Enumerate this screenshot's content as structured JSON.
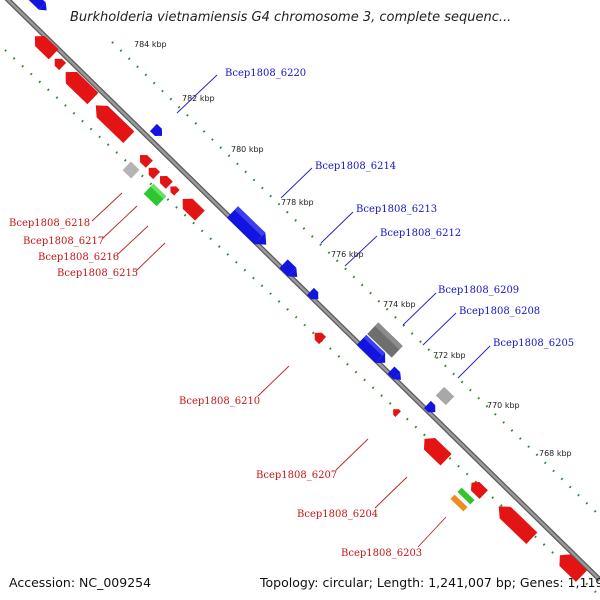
{
  "title": "Burkholderia vietnamiensis G4 chromosome 3, complete sequenc...",
  "accession": "Accession: NC_009254",
  "topology": "Topology: circular; Length: 1,241,007 bp; Genes: 1,119",
  "colors": {
    "backbone": "#8c8c8c",
    "tick": "#2a8a2a",
    "plus_label": "#1515c8",
    "minus_label": "#c81515",
    "red_gene": "#e41414",
    "blue_gene": "#1414e0",
    "green_gene": "#2ec82e",
    "orange_gene": "#f08c1e",
    "gray_gene": "#a8a8a8",
    "dark_gene": "#6e6e6e"
  },
  "scale_labels": [
    "784 kbp",
    "782 kbp",
    "780 kbp",
    "778 kbp",
    "776 kbp",
    "774 kbp",
    "772 kbp",
    "770 kbp",
    "768 kbp"
  ],
  "plus_labels": [
    "Bcep1808_6220",
    "Bcep1808_6214",
    "Bcep1808_6213",
    "Bcep1808_6212",
    "Bcep1808_6209",
    "Bcep1808_6208",
    "Bcep1808_6205"
  ],
  "minus_labels": [
    "Bcep1808_6218",
    "Bcep1808_6217",
    "Bcep1808_6216",
    "Bcep1808_6215",
    "Bcep1808_6210",
    "Bcep1808_6207",
    "Bcep1808_6204",
    "Bcep1808_6203"
  ]
}
